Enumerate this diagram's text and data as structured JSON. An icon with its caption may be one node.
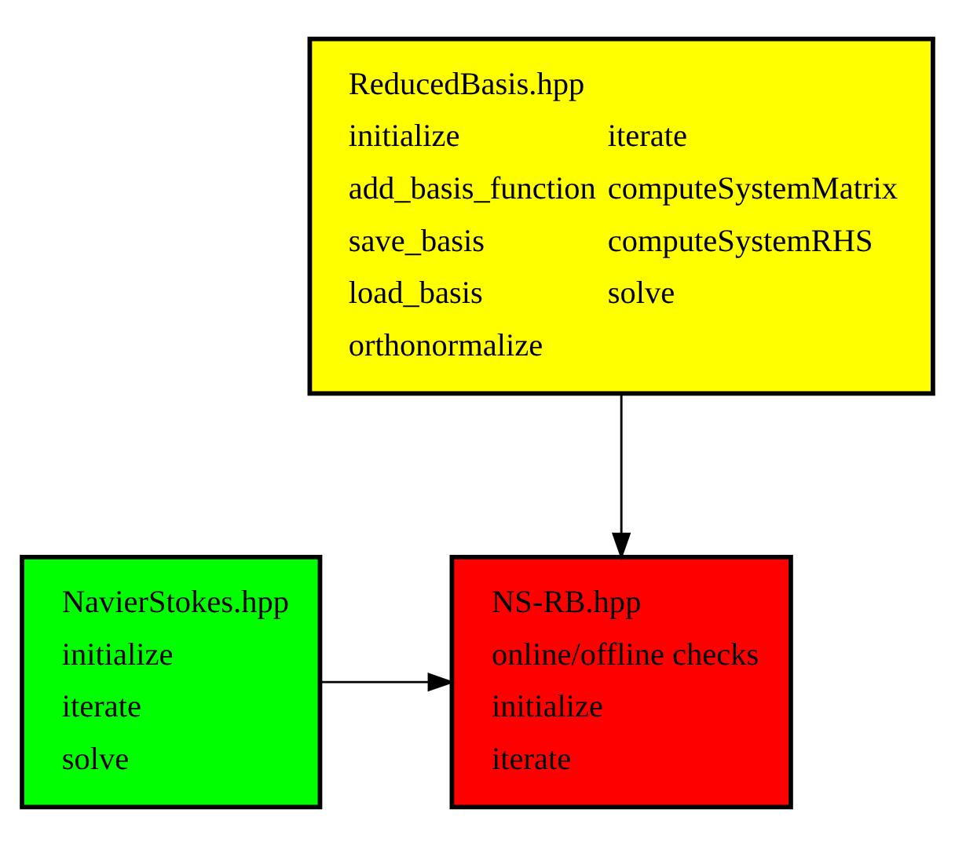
{
  "diagram": {
    "nodes": [
      {
        "text": [
          "ReducedBasis.hpp",
          "initialize",
          "add_basis_function",
          "save_basis",
          "load_basis",
          "orthonormalize",
          "iterate",
          "computeSystemMatrix",
          "computeSystemRHS",
          "solve"
        ]
      },
      {
        "text": [
          "NavierStokes.hpp",
          "initialize",
          "iterate",
          "solve"
        ]
      },
      {
        "text": [
          "NS-RB.hpp",
          "online/offline checks",
          "initialize",
          "iterate"
        ]
      }
    ],
    "edges": [
      {
        "from": 0,
        "to": 2,
        "arrow": "to"
      },
      {
        "from": 1,
        "to": 2,
        "arrow": "to"
      }
    ]
  }
}
